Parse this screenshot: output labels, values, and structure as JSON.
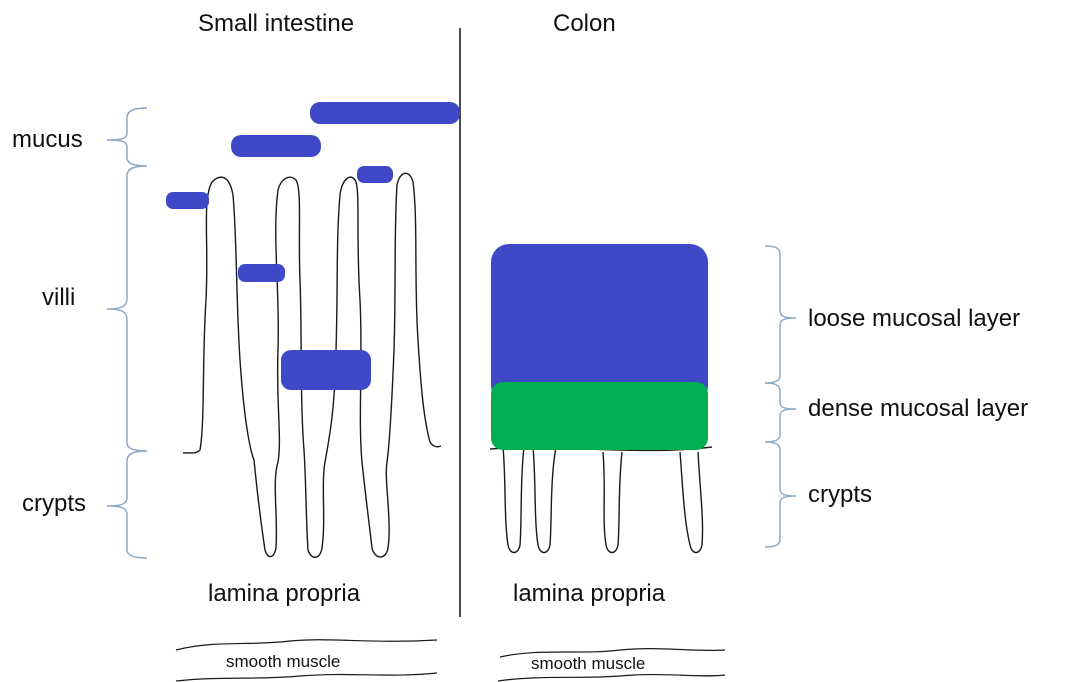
{
  "headers": {
    "left": "Small intestine",
    "right": "Colon"
  },
  "left_labels": {
    "mucus": "mucus",
    "villi": "villi",
    "crypts": "crypts"
  },
  "right_labels": {
    "loose": "loose mucosal layer",
    "dense": "dense mucosal layer",
    "crypts": "crypts"
  },
  "bottom": {
    "lamina_left": "lamina propria",
    "lamina_right": "lamina propria",
    "muscle_left": "smooth muscle",
    "muscle_right": "smooth muscle"
  },
  "colors": {
    "mucus_blue": "#3f49c8",
    "dense_green": "#00b050",
    "bracket": "#8fa9c9",
    "outline": "#1a1a1a"
  }
}
